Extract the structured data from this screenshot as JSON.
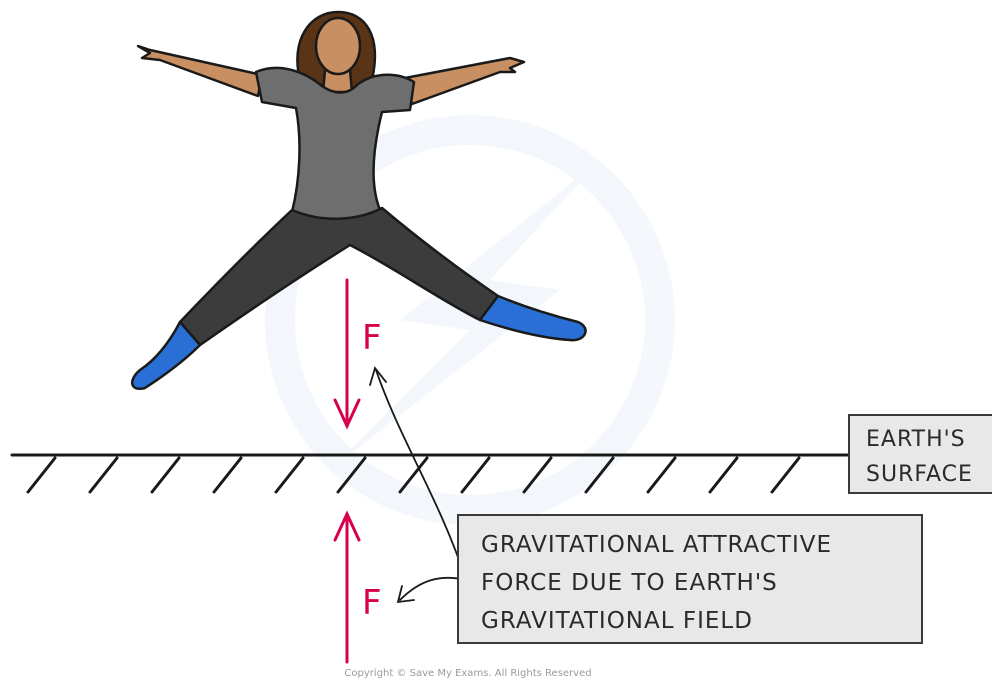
{
  "labels": {
    "earth_surface": [
      "EARTH'S",
      "SURFACE"
    ],
    "gravitational": [
      "GRAVITATIONAL  ATTRACTIVE",
      "FORCE  DUE  TO  EARTH'S",
      "GRAVITATIONAL  FIELD"
    ],
    "force_top": "F",
    "force_bottom": "F"
  },
  "copyright": "Copyright © Save My Exams. All Rights Reserved",
  "colors": {
    "force_arrow": "#d6004c",
    "shirt": "#6e6e6e",
    "trousers": "#3c3c3c",
    "socks": "#2a6fd6",
    "skin": "#c89062",
    "hair": "#5a3416",
    "label_box": "#e8e8e8",
    "watermark": "#dfe9f5"
  }
}
